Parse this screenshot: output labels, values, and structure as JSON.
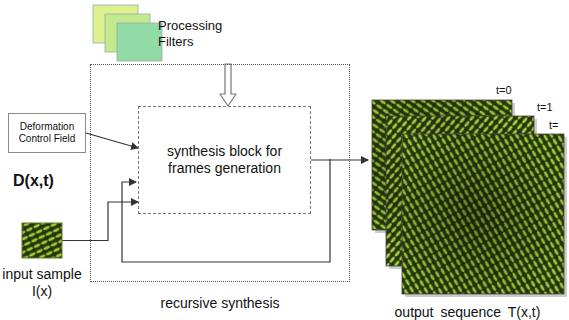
{
  "diagram": {
    "nodes": [
      {
        "text": [
          "Processing Filters"
        ]
      },
      {
        "text": [
          "Deformation Control Field",
          "D(x,t)"
        ]
      },
      {
        "text": [
          "recursive synthesis"
        ]
      },
      {
        "text": [
          "synthesis block for frames generation"
        ],
        "in": 2
      },
      {
        "text": [
          "input sample I(x)"
        ]
      },
      {
        "text": [
          "output sequence T(x,t)"
        ]
      }
    ],
    "edges": [
      {
        "from": 0,
        "to": 3,
        "arrow": "to"
      },
      {
        "from": 1,
        "to": 3,
        "arrow": "to"
      },
      {
        "from": 4,
        "to": 3,
        "arrow": "to"
      },
      {
        "from": 3,
        "to": 5,
        "arrow": "to"
      }
    ],
    "labels": [
      "t=0",
      "t=1",
      "t="
    ]
  }
}
